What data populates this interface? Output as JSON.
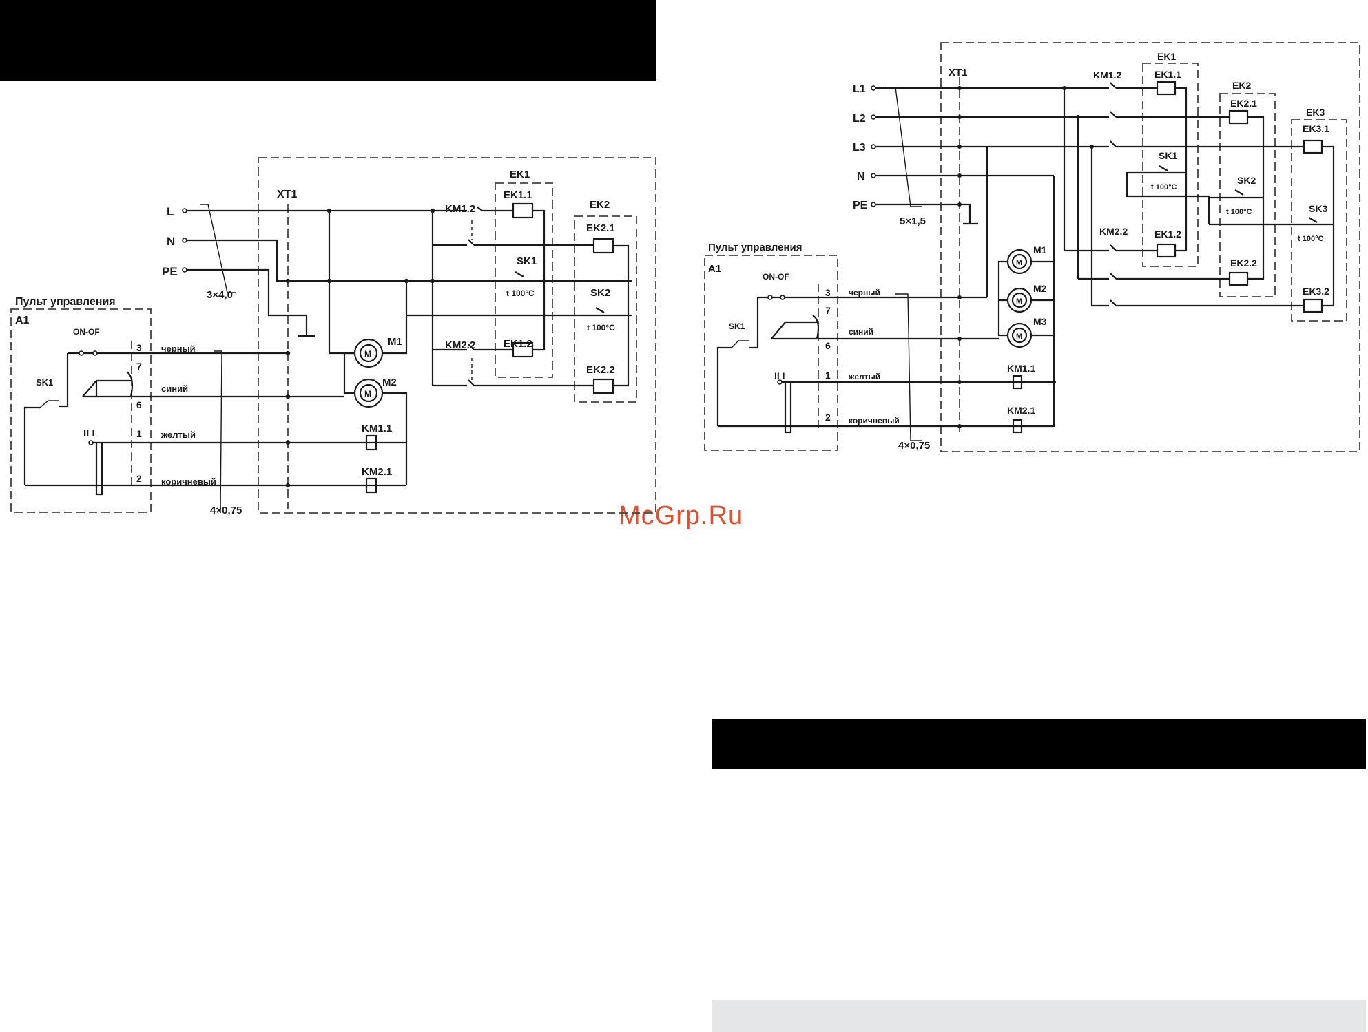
{
  "watermark": "McGrp.Ru",
  "diagram_left": {
    "terminals": [
      "L",
      "N",
      "PE"
    ],
    "cable_power": "3×4,0",
    "cable_control": "4×0,75",
    "terminal_block": "XT1",
    "panel_title": "Пульт управления",
    "panel_id": "A1",
    "switch_label": "ON-OF",
    "sensor_label": "SK1",
    "speed_labels": "II   I",
    "pins": [
      "3",
      "7",
      "6",
      "1",
      "2"
    ],
    "wires": [
      "черный",
      "синий",
      "желтый",
      "коричневый"
    ],
    "contactors": [
      "KM1.2",
      "KM2.2",
      "KM1.1",
      "KM2.1"
    ],
    "groups": [
      "EK1",
      "EK2"
    ],
    "heaters": [
      "EK1.1",
      "EK1.2",
      "EK2.1",
      "EK2.2"
    ],
    "thermostats": [
      "SK1",
      "SK2"
    ],
    "temp": "t 100°C",
    "motors": [
      "M1",
      "M2"
    ]
  },
  "diagram_right": {
    "terminals": [
      "L1",
      "L2",
      "L3",
      "N",
      "PE"
    ],
    "cable_power": "5×1,5",
    "cable_control": "4×0,75",
    "terminal_block": "XT1",
    "panel_title": "Пульт управления",
    "panel_id": "A1",
    "switch_label": "ON-OF",
    "sensor_label": "SK1",
    "speed_labels": "II   I",
    "pins": [
      "3",
      "7",
      "6",
      "1",
      "2"
    ],
    "wires": [
      "черный",
      "синий",
      "желтый",
      "коричневый"
    ],
    "contactors": [
      "KM1.2",
      "KM2.2",
      "KM1.1",
      "KM2.1"
    ],
    "groups": [
      "EK1",
      "EK2",
      "EK3"
    ],
    "heaters": [
      "EK1.1",
      "EK1.2",
      "EK2.1",
      "EK2.2",
      "EK3.1",
      "EK3.2"
    ],
    "thermostats": [
      "SK1",
      "SK2",
      "SK3"
    ],
    "temp": "t 100°C",
    "motors": [
      "M1",
      "M2",
      "M3"
    ]
  }
}
